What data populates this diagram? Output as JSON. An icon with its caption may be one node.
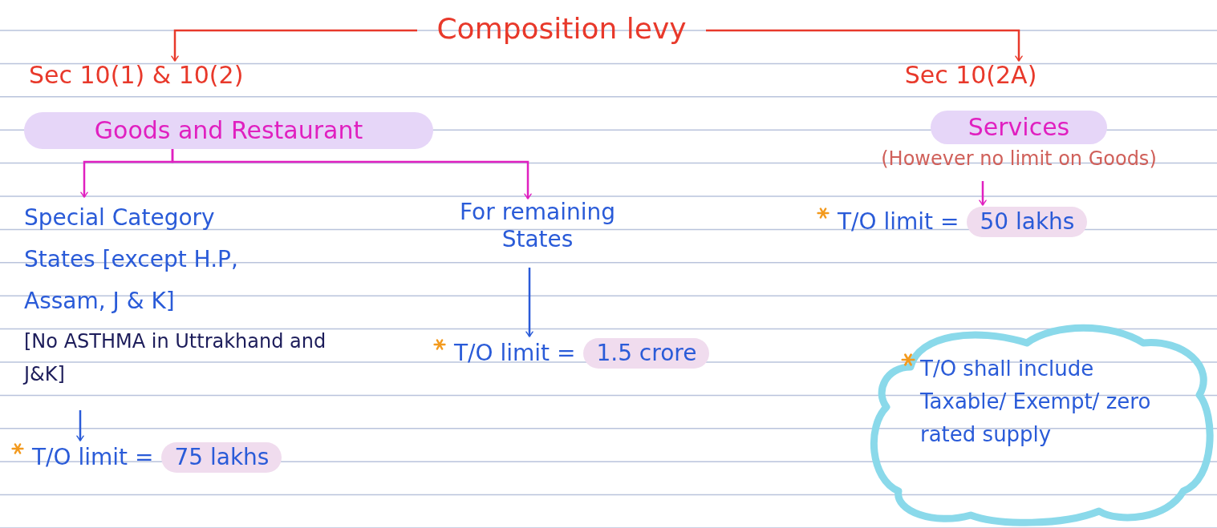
{
  "diagram": {
    "nodes": [
      {
        "text": [
          "Composition levy"
        ]
      },
      {
        "text": [
          "Sec 10(1) & 10(2)"
        ]
      },
      {
        "text": [
          "Goods and Restaurant"
        ]
      },
      {
        "text": [
          "Sec 10(2A)"
        ]
      },
      {
        "text": [
          "Services"
        ],
        "beside": [
          "(However no limit on Goods)"
        ]
      },
      {
        "text": [
          "Special Category States [except H.P, Assam, J & K]",
          "[No ASTHMA in Uttrakhand and J&K]"
        ]
      },
      {
        "text": [
          "For remaining States"
        ]
      },
      {
        "text": [
          "T/O limit =",
          "75 lakhs"
        ]
      },
      {
        "text": [
          "T/O limit =",
          "1.5 crore"
        ]
      },
      {
        "text": [
          "T/O limit =",
          "50 lakhs"
        ]
      },
      {
        "text": [
          "T/O shall include Taxable/ Exempt/ zero rated supply"
        ]
      }
    ],
    "edges": [
      {
        "from": 0,
        "to": 1,
        "arrow": "to",
        "color": "#e8392b"
      },
      {
        "from": 0,
        "to": 3,
        "arrow": "to",
        "color": "#e8392b"
      },
      {
        "from": 2,
        "to": 5,
        "arrow": "to"
      },
      {
        "from": 2,
        "to": 6,
        "arrow": "to"
      },
      {
        "from": 4,
        "to": 9,
        "arrow": "to"
      },
      {
        "from": 5,
        "to": 7,
        "arrow": "to",
        "color": "#2a5bd8"
      },
      {
        "from": 6,
        "to": 8,
        "arrow": "to",
        "color": "#2a5bd8"
      }
    ]
  }
}
